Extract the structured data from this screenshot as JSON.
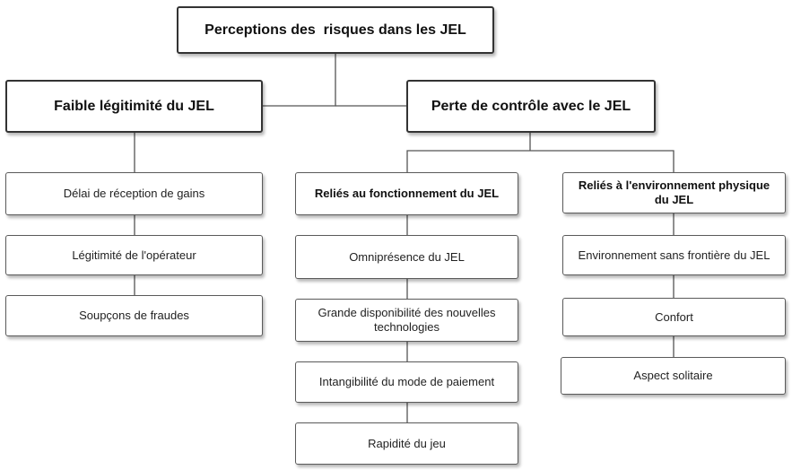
{
  "diagram": {
    "root": {
      "label": "Perceptions des  risques dans les JEL"
    },
    "left": {
      "label": "Faible légitimité du JEL",
      "items": [
        "Délai de réception de gains",
        "Légitimité de l'opérateur",
        "Soupçons de fraudes"
      ]
    },
    "right": {
      "label": "Perte de contrôle avec le JEL",
      "groups": [
        {
          "label": "Reliés au fonctionnement du JEL",
          "items": [
            "Omniprésence du JEL",
            "Grande disponibilité des nouvelles technologies",
            "Intangibilité du mode de paiement",
            "Rapidité du jeu"
          ]
        },
        {
          "label": "Reliés à l'environnement physique du JEL",
          "items": [
            "Environnement sans frontière du JEL",
            "Confort",
            "Aspect solitaire"
          ]
        }
      ]
    }
  }
}
